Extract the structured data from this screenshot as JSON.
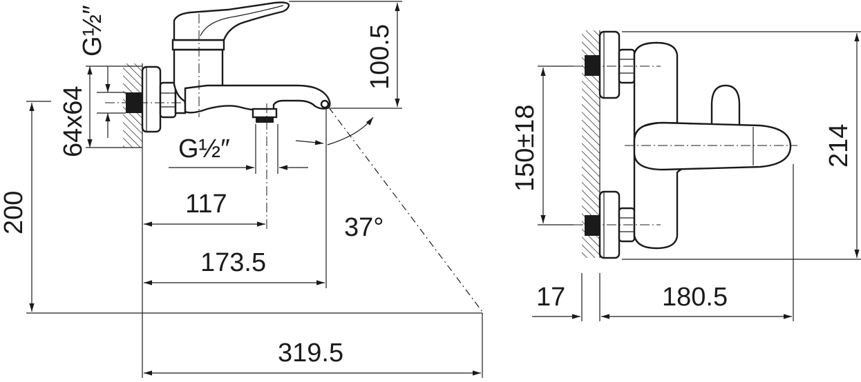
{
  "side_view": {
    "thread_wall": "G½″",
    "thread_outlet": "G½″",
    "height_lever": "100.5",
    "hex_size": "64x64",
    "height_wall": "200",
    "dist_outlet": "117",
    "dist_spout": "173.5",
    "angle": "37°",
    "total_length": "319.5"
  },
  "front_view": {
    "centers": "150±18",
    "height_total": "214",
    "wall_offset": "17",
    "depth": "180.5"
  }
}
